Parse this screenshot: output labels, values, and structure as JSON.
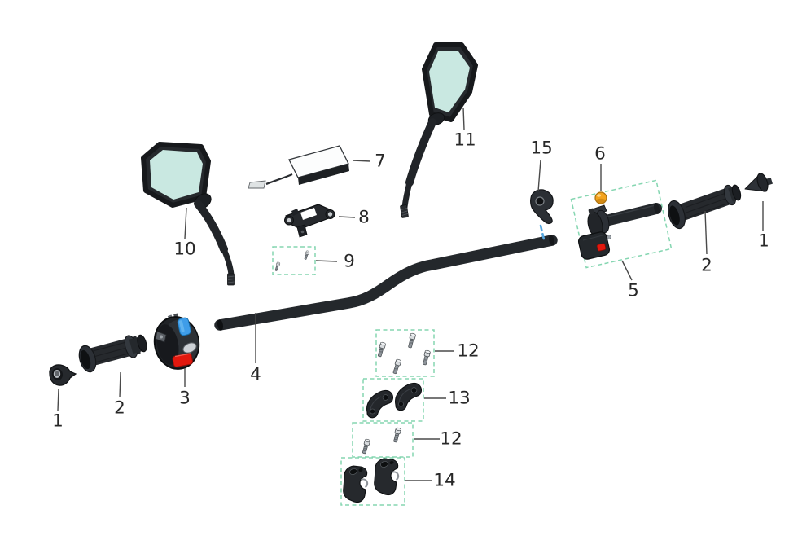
{
  "diagram": {
    "type": "exploded-parts-diagram",
    "subject": "handlebar assembly",
    "background": "#ffffff",
    "callouts": {
      "bar_end_left": "1",
      "grip_left": "2",
      "switch_cluster": "3",
      "handlebar": "4",
      "throttle_assembly": "5",
      "cap_nut": "6",
      "sensor_unit": "7",
      "mount_bracket": "8",
      "screw_set_9": "9",
      "mirror_left": "10",
      "mirror_right": "11",
      "screw_set_12_upper": "12",
      "clamp_caps": "13",
      "screw_set_12_lower": "12",
      "riser_clamps": "14",
      "cable_guide": "15",
      "grip_right": "2",
      "bar_end_right": "1"
    },
    "colors": {
      "part_black": "#26292d",
      "part_dark": "#17191c",
      "mirror_glass": "#c9e8e1",
      "group_box_green": "#85d6b1",
      "callout_text": "#282828",
      "leader_line": "#4a4a4a",
      "switch_blue": "#3f9de9",
      "switch_red": "#e2180e",
      "switch_silver": "#cdd1d6",
      "cap_nut_orange": "#f3a41f",
      "alignment_dash_blue": "#55a6de",
      "screw_metal": "#8f959b"
    }
  }
}
